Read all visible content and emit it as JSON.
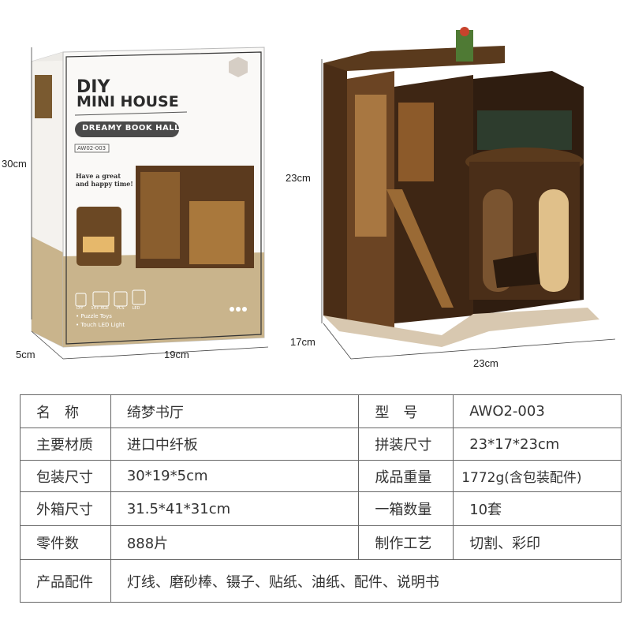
{
  "package": {
    "brand_line1": "DIY",
    "brand_line2": "MINI HOUSE",
    "product_name": "DREAMY BOOK HALL",
    "model_badge": "AW02-003",
    "slogan": "Have a great and happy time!",
    "icons": [
      "DIY",
      "14+ AGE",
      "PCS",
      "LED"
    ],
    "bullets": [
      "Puzzle Toys",
      "Touch LED Light"
    ],
    "colors": {
      "beige": "#c9b48c",
      "dark_pill": "#4a4a4a"
    }
  },
  "dimensions": {
    "box_height": "30cm",
    "box_depth": "5cm",
    "box_width": "19cm",
    "model_height": "23cm",
    "model_depth": "17cm",
    "model_width": "23cm"
  },
  "specs": {
    "rows": [
      {
        "k1": "名　称",
        "v1": "绮梦书厅",
        "k2": "型　号",
        "v2": "AWO2-003"
      },
      {
        "k1": "主要材质",
        "v1": "进口中纤板",
        "k2": "拼装尺寸",
        "v2": "23*17*23cm"
      },
      {
        "k1": "包装尺寸",
        "v1": "30*19*5cm",
        "k2": "成品重量",
        "v2": "1772g(含包装配件)"
      },
      {
        "k1": "外箱尺寸",
        "v1": "31.5*41*31cm",
        "k2": "一箱数量",
        "v2": "10套"
      },
      {
        "k1": "零件数",
        "v1": "888片",
        "k2": "制作工艺",
        "v2": "切割、彩印"
      }
    ],
    "accessories_label": "产品配件",
    "accessories_value": "灯线、磨砂棒、镊子、贴纸、油纸、配件、说明书"
  }
}
